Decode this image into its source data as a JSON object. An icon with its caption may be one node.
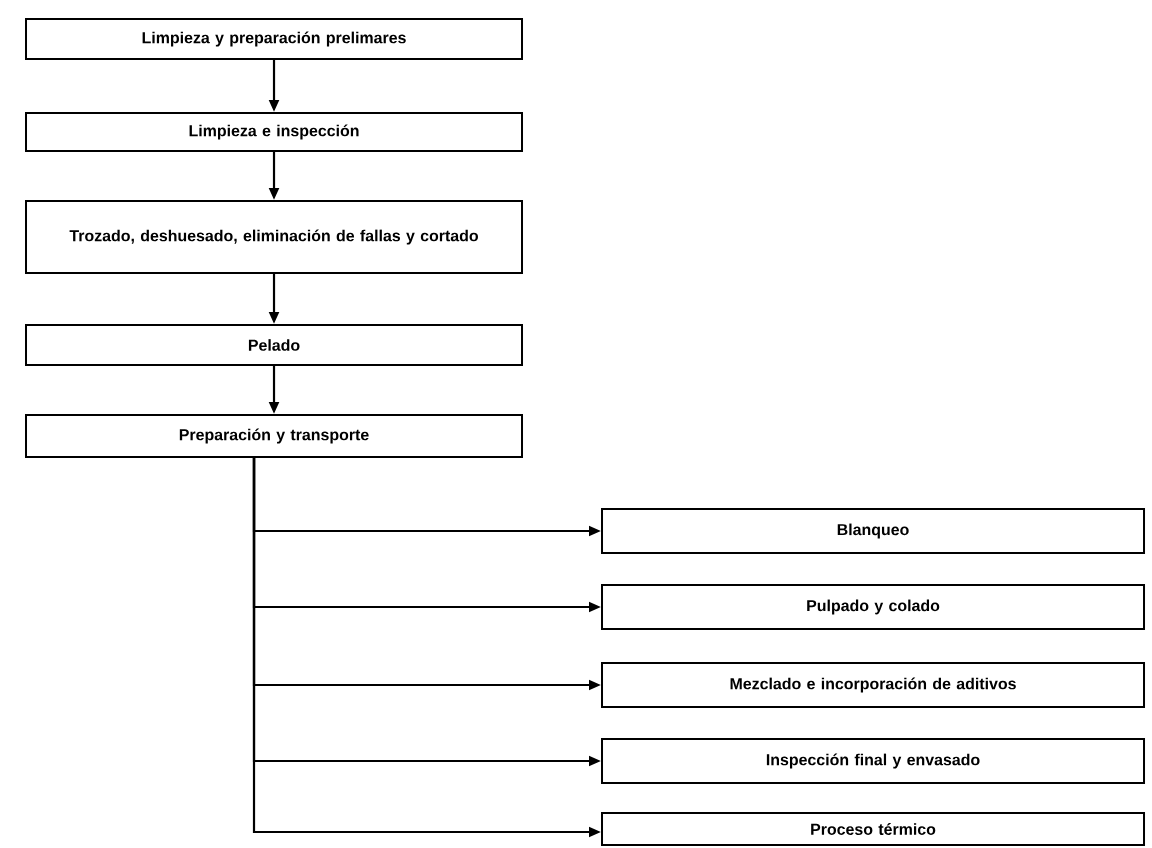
{
  "diagram": {
    "nodes": [
      {
        "text": [
          "Limpieza y preparación prelimares"
        ]
      },
      {
        "text": [
          "Limpieza e inspección"
        ]
      },
      {
        "text": [
          "Trozado, deshuesado, eliminación de fallas y cortado"
        ]
      },
      {
        "text": [
          "Pelado"
        ]
      },
      {
        "text": [
          "Preparación y transporte"
        ]
      },
      {
        "text": [
          "Blanqueo"
        ]
      },
      {
        "text": [
          "Pulpado y colado"
        ]
      },
      {
        "text": [
          "Mezclado e incorporación de aditivos"
        ]
      },
      {
        "text": [
          "Inspección final y envasado"
        ]
      },
      {
        "text": [
          "Proceso térmico"
        ]
      }
    ],
    "edges": [
      {
        "from": 0,
        "to": 1,
        "arrow": "to"
      },
      {
        "from": 1,
        "to": 2,
        "arrow": "to"
      },
      {
        "from": 2,
        "to": 3,
        "arrow": "to"
      },
      {
        "from": 3,
        "to": 4,
        "arrow": "to"
      },
      {
        "from": 4,
        "to": 5,
        "arrow": "to"
      },
      {
        "from": 4,
        "to": 6,
        "arrow": "to"
      },
      {
        "from": 4,
        "to": 7,
        "arrow": "to"
      },
      {
        "from": 4,
        "to": 8,
        "arrow": "to"
      },
      {
        "from": 4,
        "to": 9,
        "arrow": "to"
      }
    ]
  }
}
